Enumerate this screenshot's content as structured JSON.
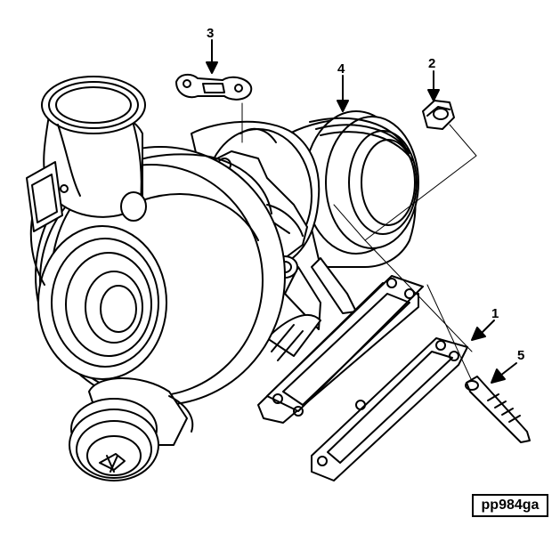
{
  "figure_ref": "pp984ga",
  "callouts": [
    {
      "id": "1",
      "label": "1"
    },
    {
      "id": "2",
      "label": "2"
    },
    {
      "id": "3",
      "label": "3"
    },
    {
      "id": "4",
      "label": "4"
    },
    {
      "id": "5",
      "label": "5"
    }
  ],
  "colors": {
    "line": "#000000",
    "background": "#ffffff"
  }
}
